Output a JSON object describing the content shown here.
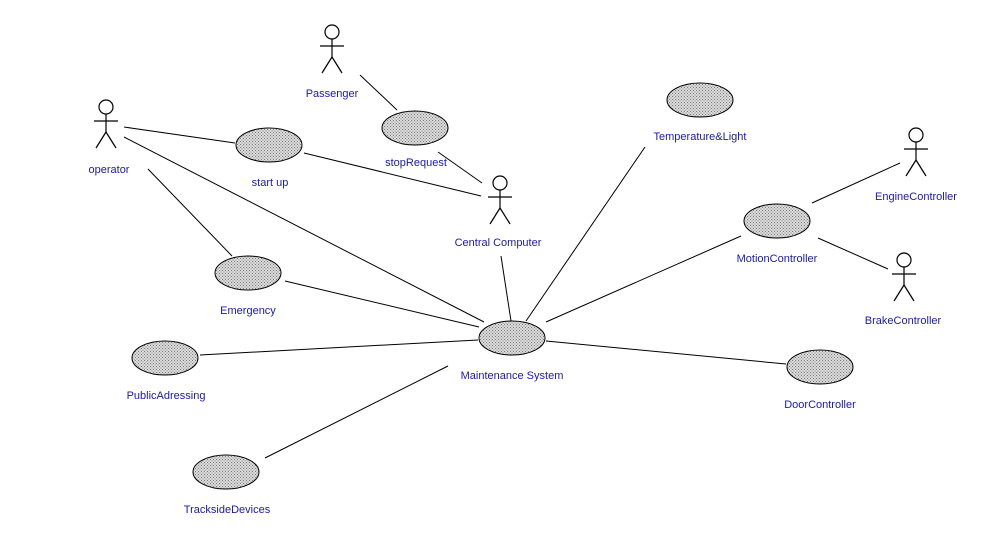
{
  "diagram": {
    "actors": {
      "passenger": "Passenger",
      "operator": "operator",
      "central_computer": "Central Computer",
      "engine_controller": "EngineController",
      "brake_controller": "BrakeController"
    },
    "use_cases": {
      "stop_request": "stopRequest",
      "start_up": "start up",
      "temperature_light": "Temperature&Light",
      "motion_controller": "MotionController",
      "emergency": "Emergency",
      "maintenance_system": "Maintenance System",
      "public_adressing": "PublicAdressing",
      "door_controller": "DoorController",
      "trackside_devices": "TracksideDevices"
    },
    "colors": {
      "label_text": "#1a1aa6",
      "use_case_fill": "#dcdcdc",
      "use_case_dots": "#7a7a7a",
      "line": "#000000"
    }
  }
}
